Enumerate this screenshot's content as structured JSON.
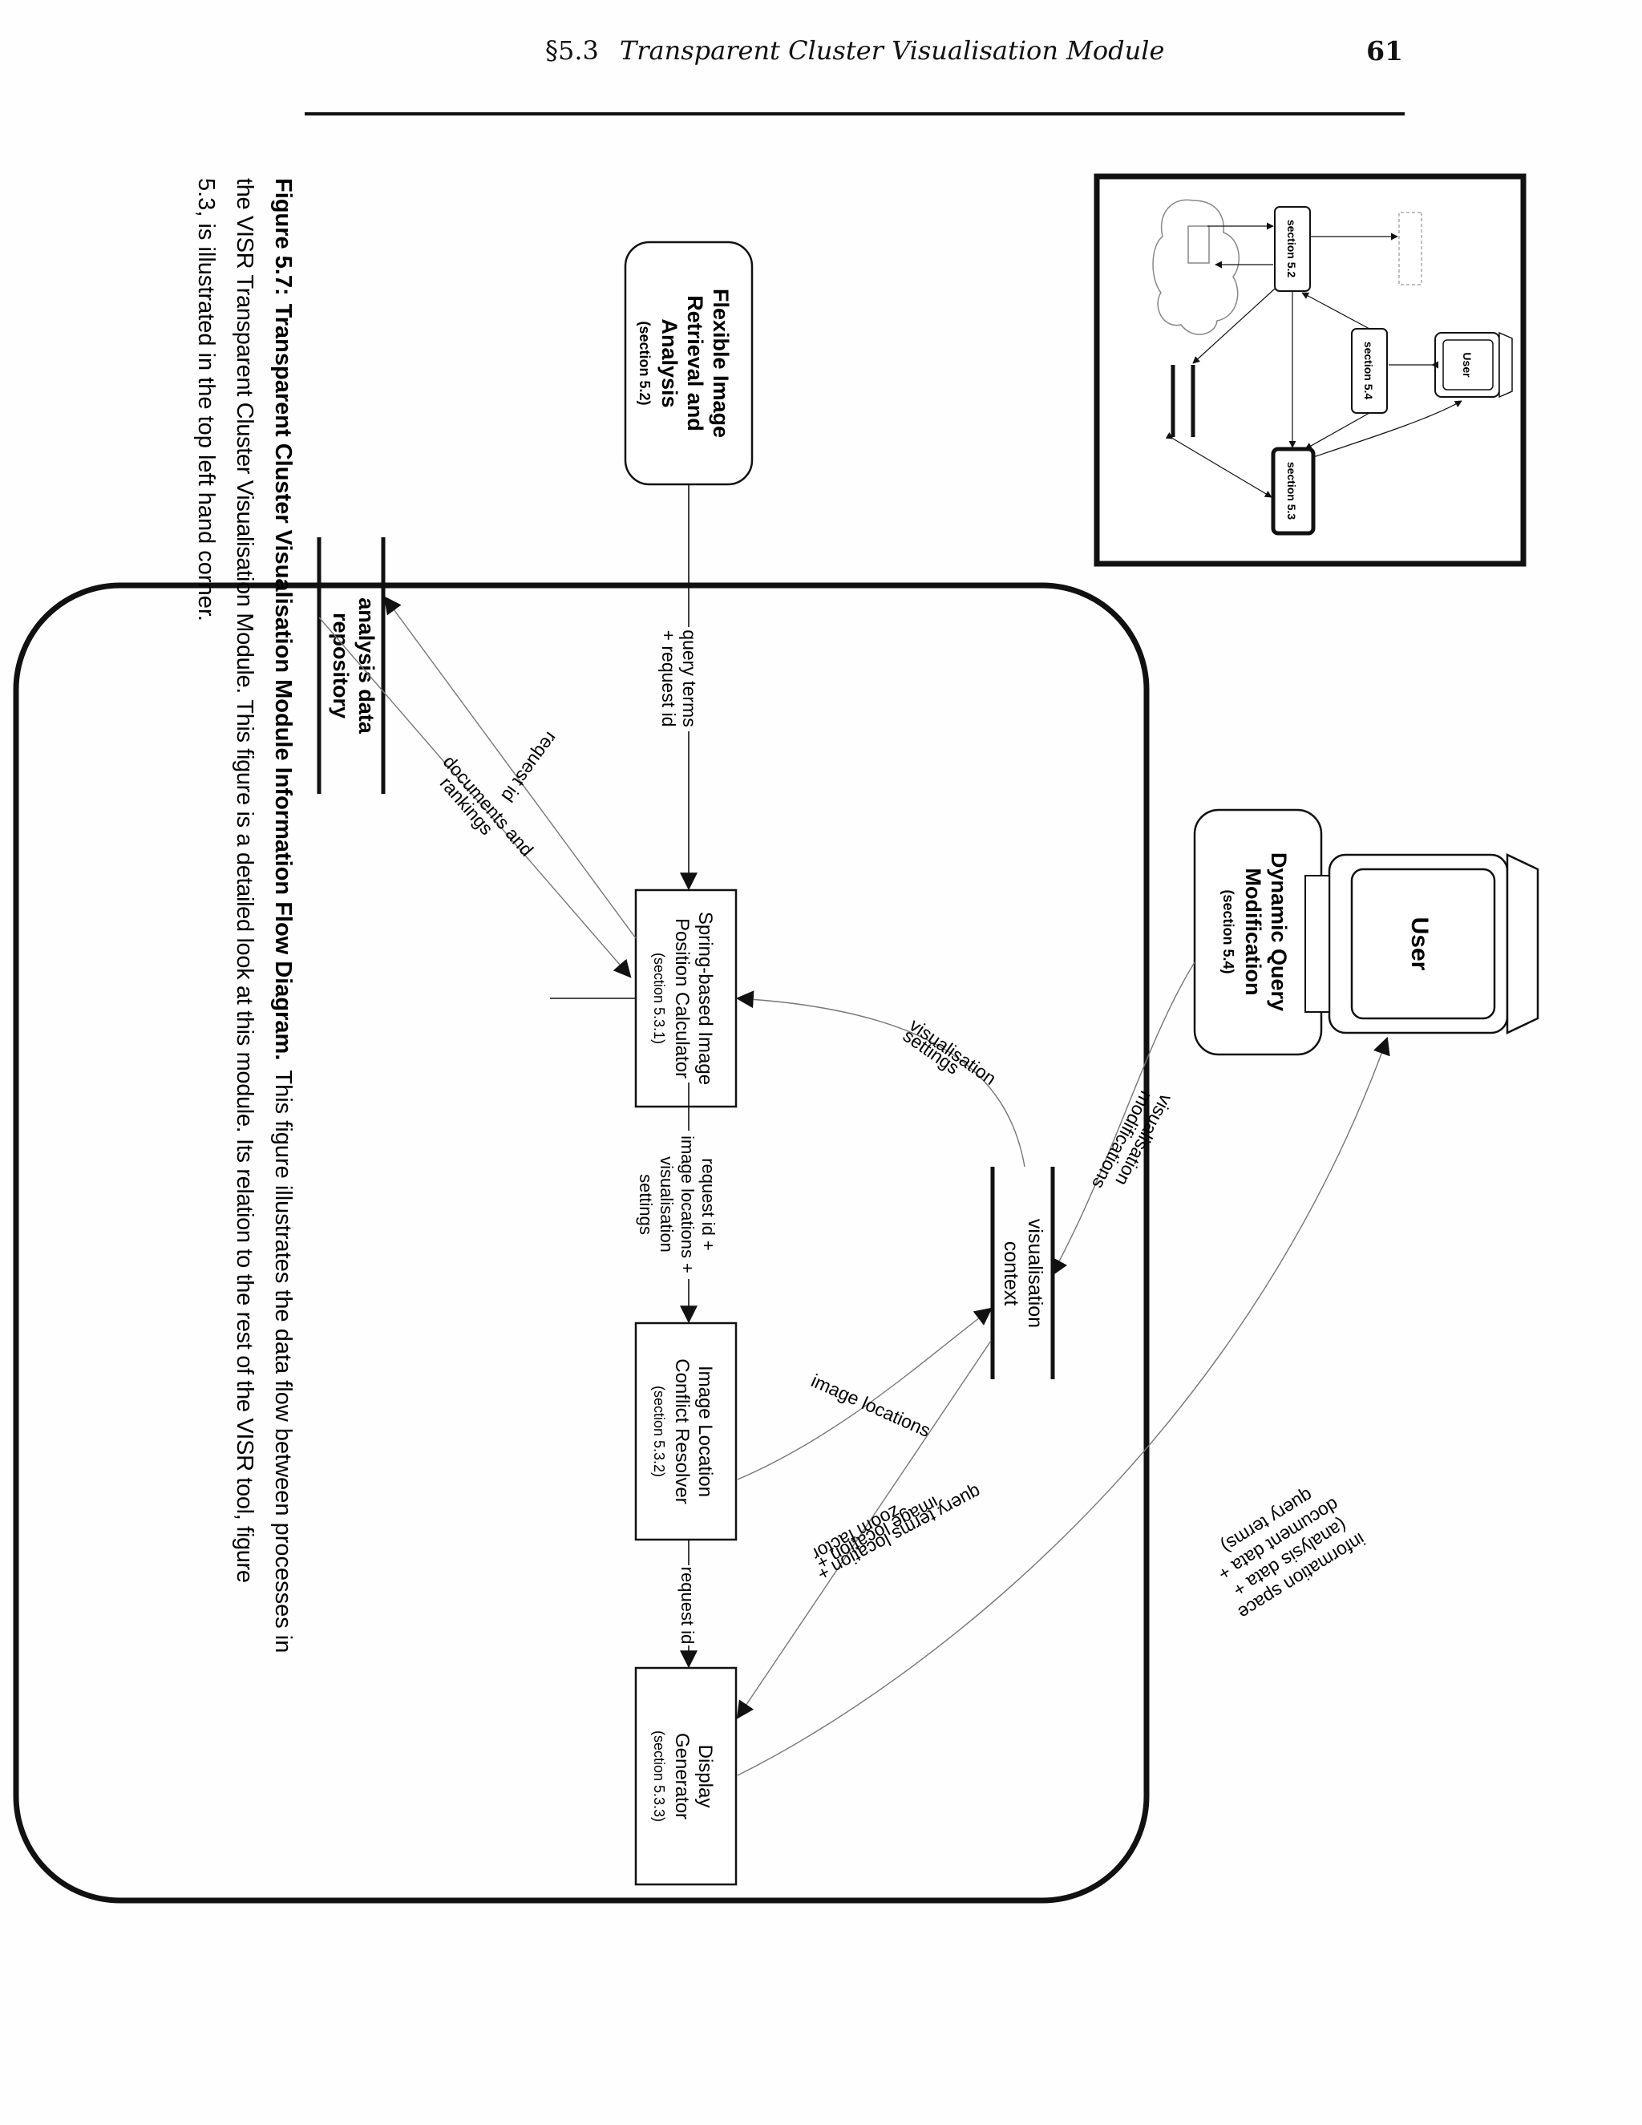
{
  "header": {
    "section_number": "§5.3",
    "section_title": "Transparent Cluster Visualisation Module",
    "page_number": "61"
  },
  "diagram": {
    "flex": {
      "l1": "Flexible Image",
      "l2": "Retrieval and",
      "l3": "Analysis",
      "ref": "(section 5.2)"
    },
    "dyn": {
      "l1": "Dynamic Query",
      "l2": "Modification",
      "ref": "(section 5.4)"
    },
    "user": "User",
    "spring": {
      "l1": "Spring-based Image",
      "l2": "Position Calculator",
      "ref": "(section 5.3.1)"
    },
    "conflict": {
      "l1": "Image Location",
      "l2": "Conflict Resolver",
      "ref": "(section 5.3.2)"
    },
    "display": {
      "l1": "Display",
      "l2": "Generator",
      "ref": "(section 5.3.3)"
    },
    "repo": {
      "l1": "analysis data",
      "l2": "repository"
    },
    "context": {
      "l1": "visualisation",
      "l2": "context"
    },
    "flows": {
      "query_terms": [
        "query terms",
        "+ request id"
      ],
      "request_id": "request id",
      "docs_rankings": [
        "documents and",
        "rankings"
      ],
      "vis_settings": [
        "visualisation",
        "settings"
      ],
      "vis_mods": [
        "visualisation",
        "modifications"
      ],
      "loc_settings": [
        "request id +",
        "image locations +",
        "visualisation",
        "settings"
      ],
      "image_locations": "image locations",
      "request_id2": "request id",
      "qt_loc_zoom": [
        "query terms location +",
        "image location +",
        "zoom factor"
      ],
      "info_space": [
        "information space",
        "(analysis data +",
        "document data +",
        "query terms)"
      ]
    },
    "inset": {
      "sec52": "section 5.2",
      "sec53": "section 5.3",
      "sec54": "section 5.4",
      "user": "User"
    }
  },
  "caption": {
    "label": "Figure 5.7:",
    "bold_title": "Transparent Cluster Visualisation Module Information Flow Diagram.",
    "line1_rest": "This figure illustrates the data flow between processes in",
    "line2": "the VISR Transparent Cluster Visualisation Module.  This figure is a detailed look at this module.  Its relation to the rest of the VISR tool, figure",
    "line3": "5.3, is illustrated in the top left hand corner."
  }
}
